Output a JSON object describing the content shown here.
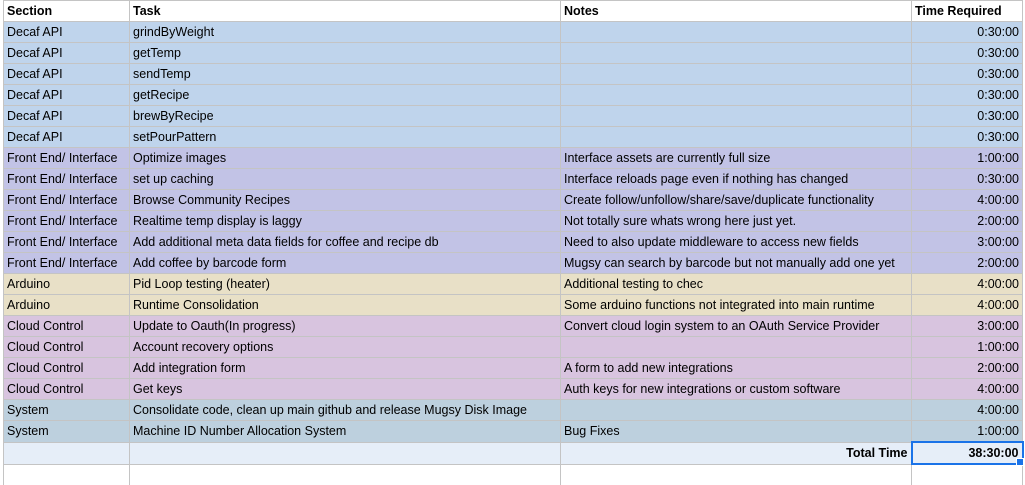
{
  "headers": [
    "Section",
    "Task",
    "Notes",
    "Time Required"
  ],
  "rows": [
    {
      "group": "decaf",
      "section": "Decaf API",
      "task": "grindByWeight",
      "notes": "",
      "time": "0:30:00"
    },
    {
      "group": "decaf",
      "section": "Decaf API",
      "task": "getTemp",
      "notes": "",
      "time": "0:30:00"
    },
    {
      "group": "decaf",
      "section": "Decaf API",
      "task": "sendTemp",
      "notes": "",
      "time": "0:30:00"
    },
    {
      "group": "decaf",
      "section": "Decaf API",
      "task": "getRecipe",
      "notes": "",
      "time": "0:30:00"
    },
    {
      "group": "decaf",
      "section": "Decaf API",
      "task": "brewByRecipe",
      "notes": "",
      "time": "0:30:00"
    },
    {
      "group": "decaf",
      "section": "Decaf API",
      "task": "setPourPattern",
      "notes": "",
      "time": "0:30:00"
    },
    {
      "group": "frontend",
      "section": "Front End/ Interface",
      "task": "Optimize images",
      "notes": "Interface assets are currently full size",
      "time": "1:00:00"
    },
    {
      "group": "frontend",
      "section": "Front End/ Interface",
      "task": "set up caching",
      "notes": "Interface reloads page even if nothing has changed",
      "time": "0:30:00"
    },
    {
      "group": "frontend",
      "section": "Front End/ Interface",
      "task": "Browse Community Recipes",
      "notes": "Create follow/unfollow/share/save/duplicate functionality",
      "time": "4:00:00"
    },
    {
      "group": "frontend",
      "section": "Front End/ Interface",
      "task": "Realtime temp display is laggy",
      "notes": "Not totally sure whats wrong here just yet.",
      "time": "2:00:00"
    },
    {
      "group": "frontend",
      "section": "Front End/ Interface",
      "task": "Add additional meta data fields for coffee and recipe db",
      "notes": "Need to also update middleware to access new fields",
      "time": "3:00:00"
    },
    {
      "group": "frontend",
      "section": "Front End/ Interface",
      "task": "Add coffee by barcode form",
      "notes": "Mugsy can search by barcode but not manually add one yet",
      "time": "2:00:00"
    },
    {
      "group": "arduino",
      "section": "Arduino",
      "task": "Pid Loop testing (heater)",
      "notes": "Additional testing to chec",
      "time": "4:00:00"
    },
    {
      "group": "arduino",
      "section": "Arduino",
      "task": "Runtime Consolidation",
      "notes": "Some arduino functions not integrated into main runtime",
      "time": "4:00:00"
    },
    {
      "group": "cloud",
      "section": "Cloud Control",
      "task": "Update to Oauth(In progress)",
      "notes": "Convert cloud login system to an OAuth Service Provider",
      "time": "3:00:00"
    },
    {
      "group": "cloud",
      "section": "Cloud Control",
      "task": "Account recovery options",
      "notes": "",
      "time": "1:00:00"
    },
    {
      "group": "cloud",
      "section": "Cloud Control",
      "task": "Add integration form",
      "notes": "A form to add new integrations",
      "time": "2:00:00"
    },
    {
      "group": "cloud",
      "section": "Cloud Control",
      "task": "Get keys",
      "notes": "Auth keys for new integrations or custom software",
      "time": "4:00:00"
    },
    {
      "group": "system",
      "section": "System",
      "task": "Consolidate code, clean up main github and release Mugsy Disk Image",
      "notes": "",
      "time": "4:00:00"
    },
    {
      "group": "system",
      "section": "System",
      "task": "Machine ID Number Allocation System",
      "notes": "Bug Fixes",
      "time": "1:00:00"
    }
  ],
  "total": {
    "label": "Total Time",
    "value": "38:30:00"
  }
}
